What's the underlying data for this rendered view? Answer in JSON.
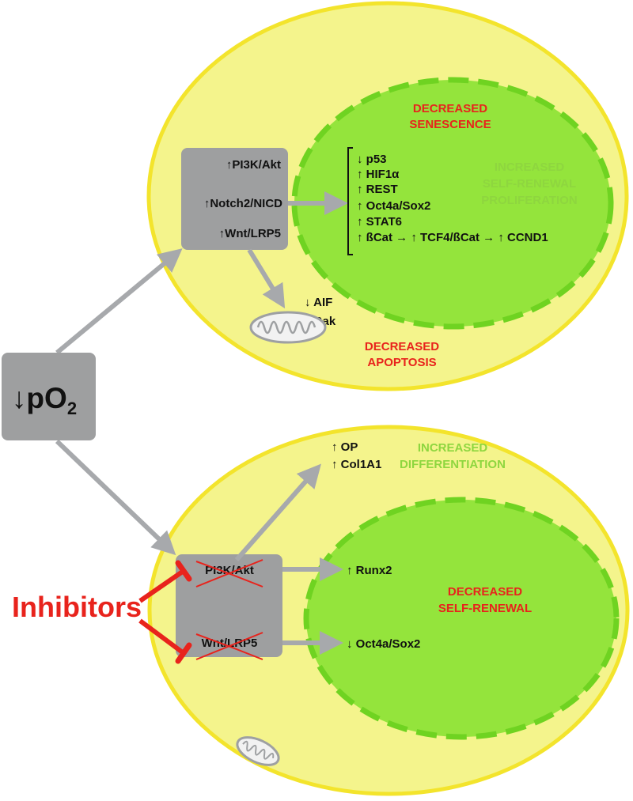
{
  "colors": {
    "cell_fill": "#f4f48c",
    "cell_stroke": "#f3e42c",
    "nucleus_fill": "#94e43c",
    "nucleus_dash": "#6fd321",
    "box_fill": "#9e9fa0",
    "arrow": "#a7a9ac",
    "inhibitor": "#e8231c",
    "decreased_text": "#e8231c",
    "increased_text": "#8ed63f"
  },
  "icons": {
    "mitochondrion": "mitochondrion-icon",
    "inhibition_bar": "inhibition-t-bar-icon",
    "cross_out": "red-x-strike-icon"
  },
  "stimulus": {
    "main": "↓pO",
    "sub": "2"
  },
  "top_cell": {
    "box_items": [
      "↑PI3K/Akt",
      "↑Notch2/NICD",
      "↑Wnt/LRP5"
    ],
    "nucleus_list": [
      "↓ p53",
      "↑ HIF1α",
      "↑ REST",
      "↑ Oct4a/Sox2",
      "↑ STAT6",
      "↑ ßCat → ↑ TCF4/ßCat → ↑ CCND1"
    ],
    "decreased_senescence": [
      "DECREASED",
      "SENESCENCE"
    ],
    "increased_selfrenewal": [
      "INCREASED",
      "SELF-RENEWAL",
      "PROLIFERATION"
    ],
    "mito_list": [
      "↓ AIF",
      "↓ Bak"
    ],
    "decreased_apoptosis": [
      "DECREASED",
      "APOPTOSIS"
    ]
  },
  "bottom_cell": {
    "box_items": [
      "PI3K/Akt",
      "Wnt/LRP5"
    ],
    "diff_list": [
      "↑ OP",
      "↑ Col1A1"
    ],
    "increased_diff": [
      "INCREASED",
      "DIFFERENTIATION"
    ],
    "runx": "↑ Runx2",
    "oct": "↓ Oct4a/Sox2",
    "decreased_selfrenewal": [
      "DECREASED",
      "SELF-RENEWAL"
    ],
    "inhibitors": "Inhibitors"
  }
}
